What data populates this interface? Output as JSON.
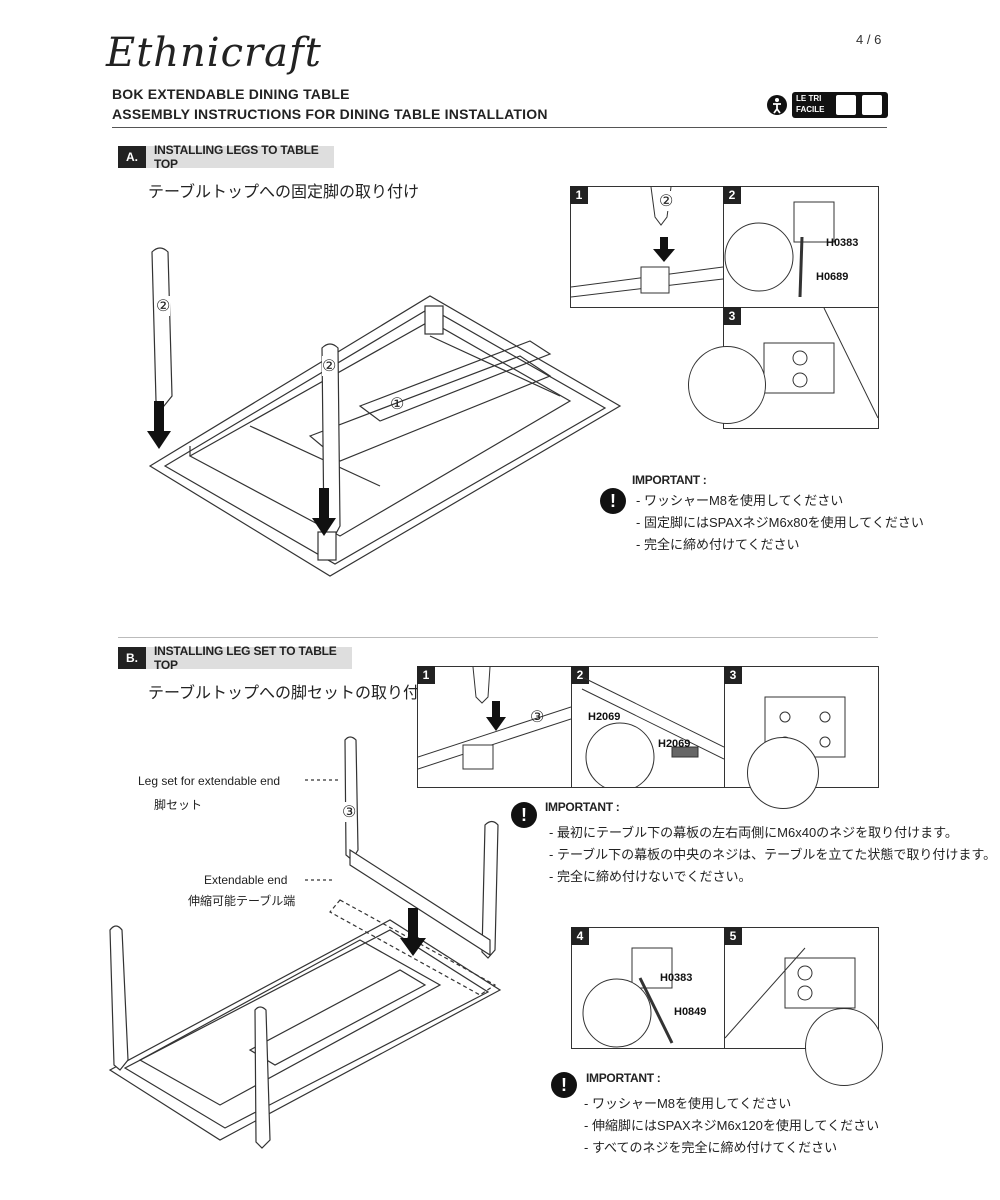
{
  "header": {
    "logo": "Ethnicraft",
    "page": "4 / 6",
    "title1": "BOK EXTENDABLE DINING TABLE",
    "title2": "ASSEMBLY INSTRUCTIONS FOR DINING TABLE INSTALLATION",
    "recycle_logo_text1": "LE TRI",
    "recycle_logo_text2": "FACILE"
  },
  "sectionA": {
    "letter": "A.",
    "label": "INSTALLING LEGS TO TABLE TOP",
    "jp": "テーブルトップへの固定脚の取り付け",
    "callouts": [
      "②",
      "②",
      "①"
    ],
    "steps": [
      {
        "num": "1",
        "callout": "②"
      },
      {
        "num": "2",
        "parts": [
          "H0383",
          "H0689"
        ]
      },
      {
        "num": "3"
      }
    ],
    "important_title": "IMPORTANT :",
    "notes": [
      "- ワッシャーM8を使用してください",
      "- 固定脚にはSPAXネジM6x80を使用してください",
      "- 完全に締め付けてください"
    ]
  },
  "sectionB": {
    "letter": "B.",
    "label": "INSTALLING LEG SET TO TABLE TOP",
    "jp": "テーブルトップへの脚セットの取り付け",
    "leg_set_en": "Leg set for extendable end",
    "leg_set_jp": "脚セット",
    "ext_end_en": "Extendable end",
    "ext_end_jp": "伸縮可能テーブル端",
    "callout": "③",
    "steps": [
      {
        "num": "1",
        "callout": "③"
      },
      {
        "num": "2",
        "parts": [
          "H2069",
          "H2069"
        ]
      },
      {
        "num": "3"
      },
      {
        "num": "4",
        "parts": [
          "H0383",
          "H0849"
        ]
      },
      {
        "num": "5"
      }
    ],
    "important1_title": "IMPORTANT :",
    "notes1": [
      "- 最初にテーブル下の幕板の左右両側にM6x40のネジを取り付けます。",
      "- テーブル下の幕板の中央のネジは、テーブルを立てた状態で取り付けます。",
      "- 完全に締め付けないでください。"
    ],
    "important2_title": "IMPORTANT :",
    "notes2": [
      "- ワッシャーM8を使用してください",
      "- 伸縮脚にはSPAXネジM6x120を使用してください",
      "- すべてのネジを完全に締め付けてください"
    ]
  }
}
